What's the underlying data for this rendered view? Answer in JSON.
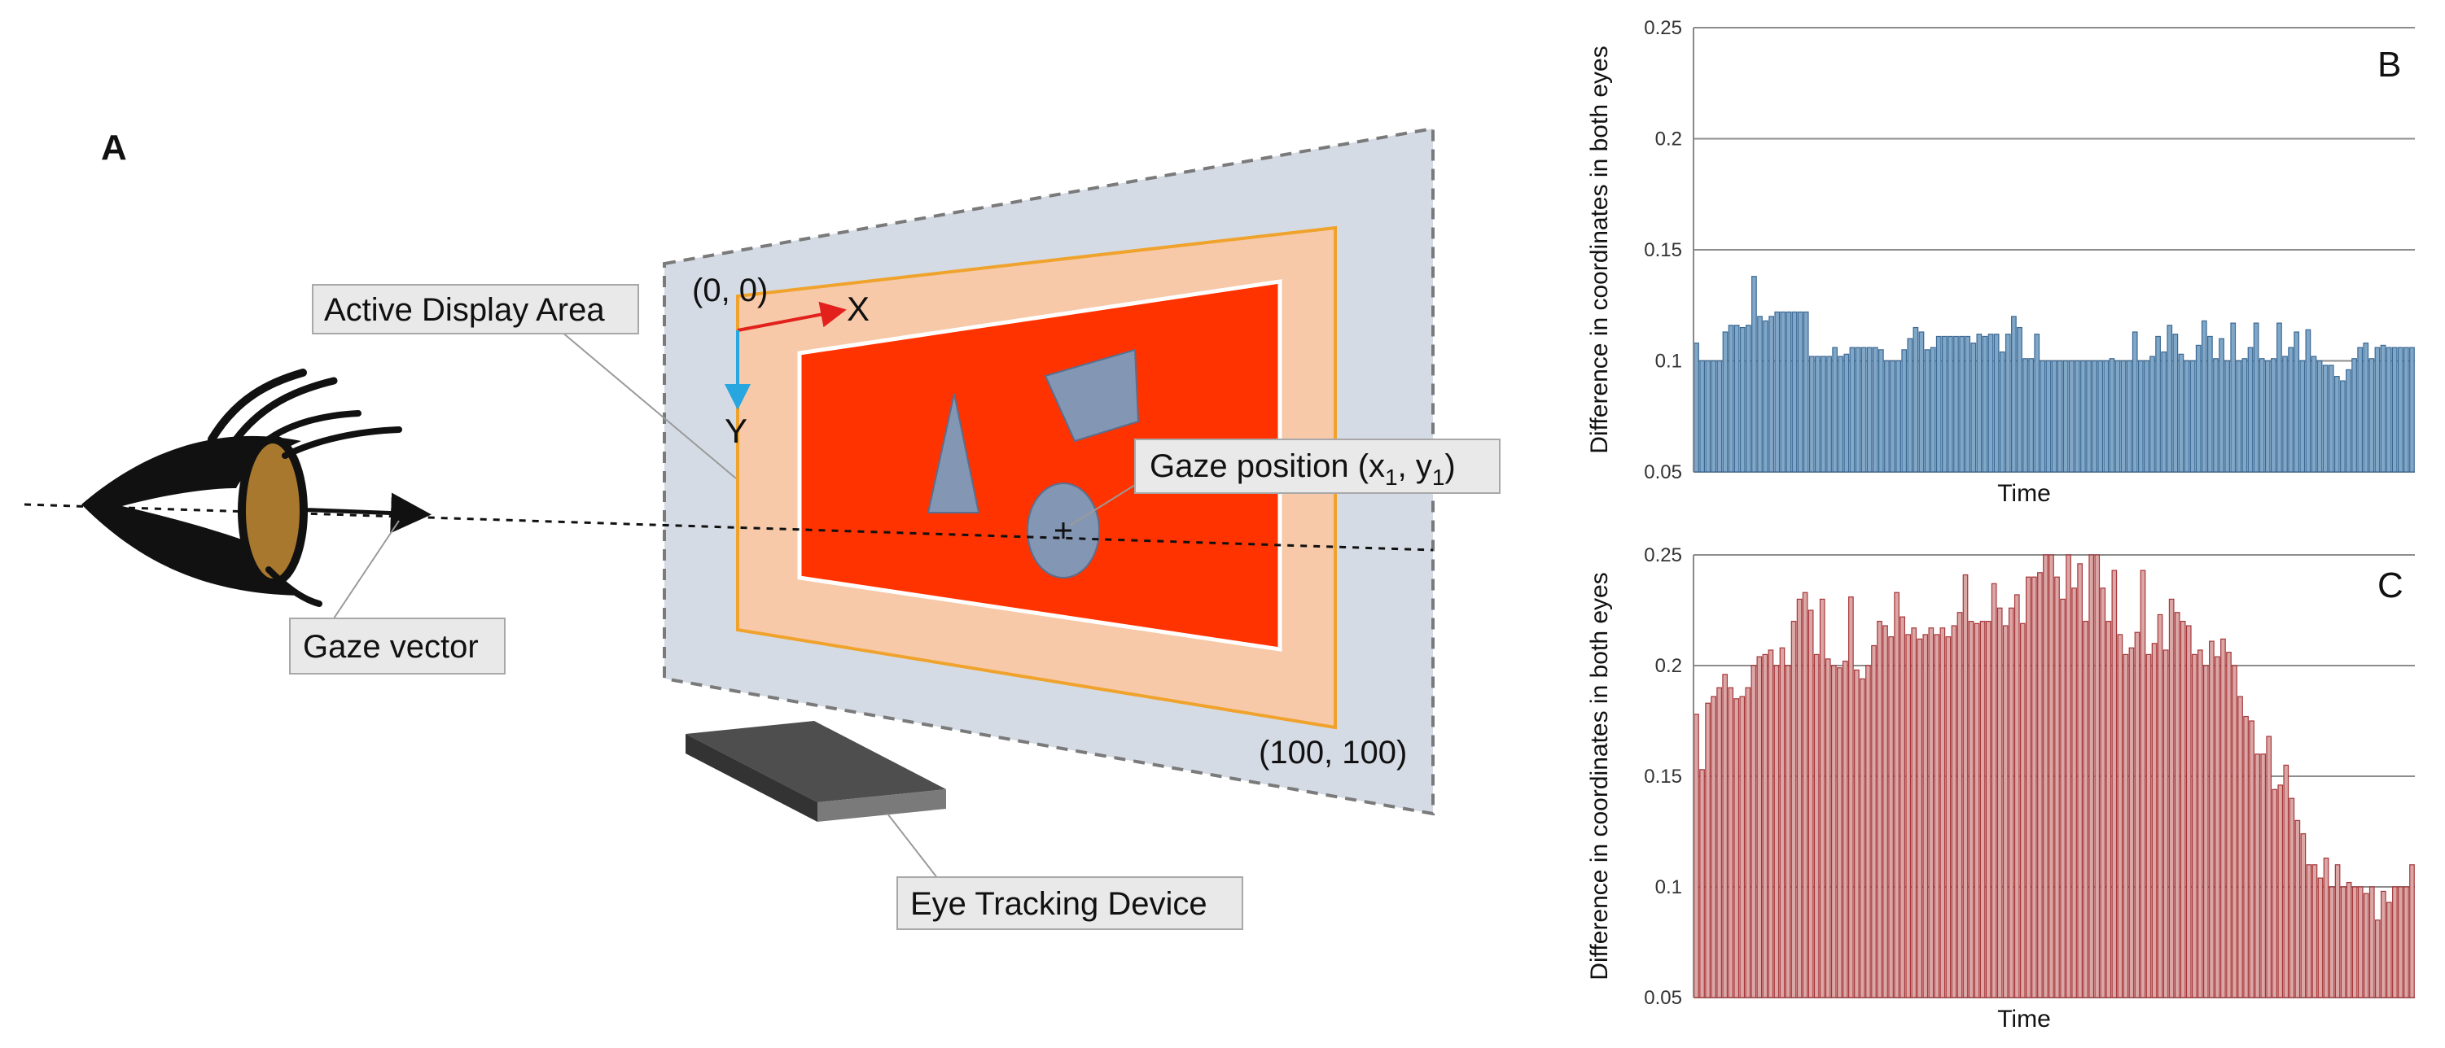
{
  "panel_a": {
    "letter": "A",
    "labels": {
      "active_display_area": "Active Display Area",
      "gaze_vector": "Gaze vector",
      "gaze_position_prefix": "Gaze position (x",
      "gaze_position_sub1": "1",
      "gaze_position_mid": ", y",
      "gaze_position_sub2": "1",
      "gaze_position_suffix": ")",
      "eye_tracking_device": "Eye Tracking Device",
      "origin": "(0, 0)",
      "corner": "(100, 100)",
      "x_axis": "X",
      "y_axis": "Y"
    },
    "colors": {
      "screen_plane": "#d5dbe5",
      "active_area": "#f7c9a9",
      "active_area_border": "#f0a32c",
      "content": "#ff3300",
      "shapes": "#8397b5",
      "x_arrow": "#e3211c",
      "y_arrow": "#27a6df",
      "iris": "#a8782e",
      "device_top": "#4e4e4e"
    }
  },
  "chart_data": [
    {
      "panel": "B",
      "type": "bar",
      "xlabel": "Time",
      "ylabel": "Difference in coordinates in both eyes",
      "ylim": [
        0.05,
        0.25
      ],
      "yticks": [
        "0.05",
        "0.1",
        "0.15",
        "0.2",
        "0.25"
      ],
      "grid": true,
      "color": "#7fa7c7",
      "edge_color": "#3c6894",
      "values": [
        0.108,
        0.1,
        0.1,
        0.1,
        0.1,
        0.113,
        0.116,
        0.116,
        0.115,
        0.116,
        0.138,
        0.12,
        0.118,
        0.12,
        0.122,
        0.122,
        0.122,
        0.122,
        0.122,
        0.122,
        0.102,
        0.102,
        0.102,
        0.102,
        0.106,
        0.102,
        0.103,
        0.106,
        0.106,
        0.106,
        0.106,
        0.106,
        0.105,
        0.1,
        0.1,
        0.1,
        0.105,
        0.11,
        0.115,
        0.113,
        0.105,
        0.106,
        0.111,
        0.111,
        0.111,
        0.111,
        0.111,
        0.111,
        0.108,
        0.112,
        0.111,
        0.112,
        0.112,
        0.104,
        0.112,
        0.12,
        0.115,
        0.101,
        0.101,
        0.112,
        0.1,
        0.1,
        0.1,
        0.1,
        0.1,
        0.1,
        0.1,
        0.1,
        0.1,
        0.1,
        0.1,
        0.1,
        0.101,
        0.1,
        0.1,
        0.1,
        0.113,
        0.1,
        0.1,
        0.102,
        0.111,
        0.104,
        0.116,
        0.112,
        0.103,
        0.1,
        0.1,
        0.107,
        0.118,
        0.111,
        0.101,
        0.11,
        0.1,
        0.117,
        0.1,
        0.101,
        0.106,
        0.117,
        0.101,
        0.1,
        0.101,
        0.117,
        0.102,
        0.106,
        0.113,
        0.1,
        0.114,
        0.102,
        0.1,
        0.098,
        0.098,
        0.093,
        0.091,
        0.096,
        0.101,
        0.106,
        0.108,
        0.101,
        0.106,
        0.107,
        0.106,
        0.106,
        0.106,
        0.106,
        0.106
      ]
    },
    {
      "panel": "C",
      "type": "bar",
      "xlabel": "Time",
      "ylabel": "Difference in coordinates in both eyes",
      "ylim": [
        0.05,
        0.25
      ],
      "yticks": [
        "0.05",
        "0.1",
        "0.15",
        "0.2",
        "0.25"
      ],
      "grid": true,
      "color": "#dba6a6",
      "edge_color": "#a63638",
      "values": [
        0.178,
        0.153,
        0.183,
        0.186,
        0.19,
        0.196,
        0.19,
        0.185,
        0.186,
        0.19,
        0.2,
        0.204,
        0.205,
        0.207,
        0.2,
        0.208,
        0.2,
        0.22,
        0.23,
        0.233,
        0.225,
        0.205,
        0.23,
        0.203,
        0.2,
        0.199,
        0.202,
        0.231,
        0.198,
        0.194,
        0.2,
        0.209,
        0.22,
        0.218,
        0.213,
        0.233,
        0.222,
        0.214,
        0.217,
        0.212,
        0.214,
        0.217,
        0.214,
        0.217,
        0.213,
        0.218,
        0.224,
        0.241,
        0.22,
        0.219,
        0.22,
        0.22,
        0.237,
        0.226,
        0.218,
        0.226,
        0.232,
        0.219,
        0.24,
        0.24,
        0.242,
        0.25,
        0.25,
        0.24,
        0.23,
        0.25,
        0.235,
        0.246,
        0.22,
        0.25,
        0.25,
        0.235,
        0.22,
        0.243,
        0.214,
        0.205,
        0.208,
        0.215,
        0.243,
        0.205,
        0.21,
        0.223,
        0.207,
        0.23,
        0.224,
        0.22,
        0.218,
        0.205,
        0.207,
        0.2,
        0.211,
        0.204,
        0.212,
        0.206,
        0.2,
        0.186,
        0.177,
        0.175,
        0.16,
        0.16,
        0.168,
        0.144,
        0.146,
        0.155,
        0.14,
        0.13,
        0.124,
        0.11,
        0.11,
        0.104,
        0.113,
        0.1,
        0.11,
        0.1,
        0.102,
        0.1,
        0.1,
        0.097,
        0.1,
        0.085,
        0.098,
        0.093,
        0.1,
        0.1,
        0.1,
        0.11
      ]
    }
  ]
}
